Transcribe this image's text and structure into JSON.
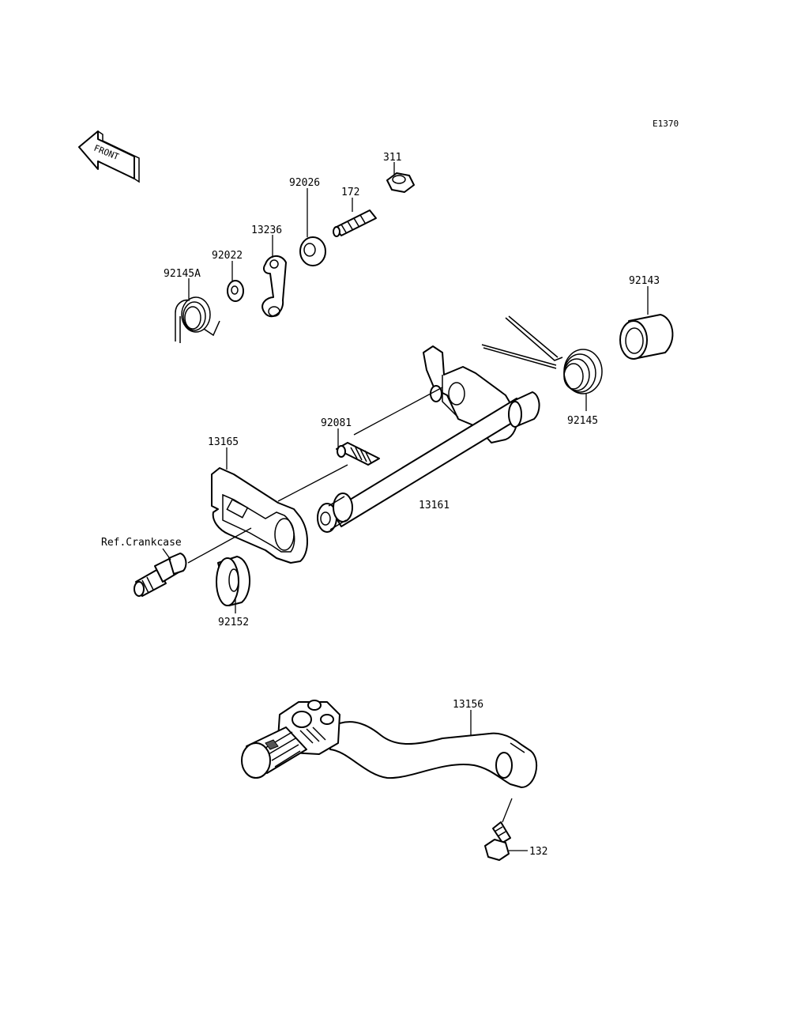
{
  "diagram_code": "E1370",
  "front_label": "FRONT",
  "parts": [
    {
      "id": "p311",
      "number": "311"
    },
    {
      "id": "p172",
      "number": "172"
    },
    {
      "id": "p92026",
      "number": "92026"
    },
    {
      "id": "p13236",
      "number": "13236"
    },
    {
      "id": "p92022",
      "number": "92022"
    },
    {
      "id": "p92145A",
      "number": "92145A"
    },
    {
      "id": "p92143",
      "number": "92143"
    },
    {
      "id": "p92145",
      "number": "92145"
    },
    {
      "id": "p92081",
      "number": "92081"
    },
    {
      "id": "p13165",
      "number": "13165"
    },
    {
      "id": "p13161",
      "number": "13161"
    },
    {
      "id": "pRef",
      "number": "Ref.Crankcase"
    },
    {
      "id": "p92152",
      "number": "92152"
    },
    {
      "id": "p13156",
      "number": "13156"
    },
    {
      "id": "p132",
      "number": "132"
    }
  ]
}
